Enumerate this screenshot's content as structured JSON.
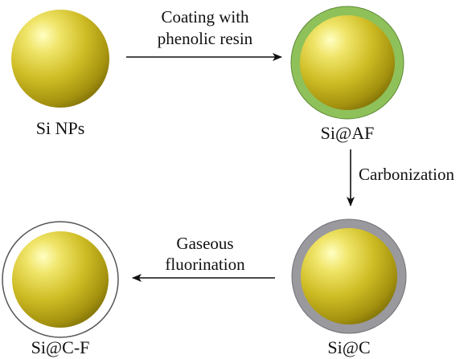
{
  "particles": {
    "si_nps": {
      "label": "Si NPs"
    },
    "si_af": {
      "label": "Si@AF"
    },
    "si_c": {
      "label": "Si@C"
    },
    "si_cf": {
      "label": "Si@C-F"
    }
  },
  "steps": {
    "coating": {
      "line1": "Coating with",
      "line2": "phenolic resin"
    },
    "carbonization": {
      "label": "Carbonization"
    },
    "fluorination": {
      "line1": "Gaseous",
      "line2": "fluorination"
    }
  },
  "colors": {
    "silicon_core": "#c8b81c",
    "phenolic_resin_shell": "#8fc15a",
    "carbon_shell": "#9a999e",
    "fluorinated_shell": "#ffffff",
    "shell_outline": "#555555",
    "arrow": "#111111"
  }
}
